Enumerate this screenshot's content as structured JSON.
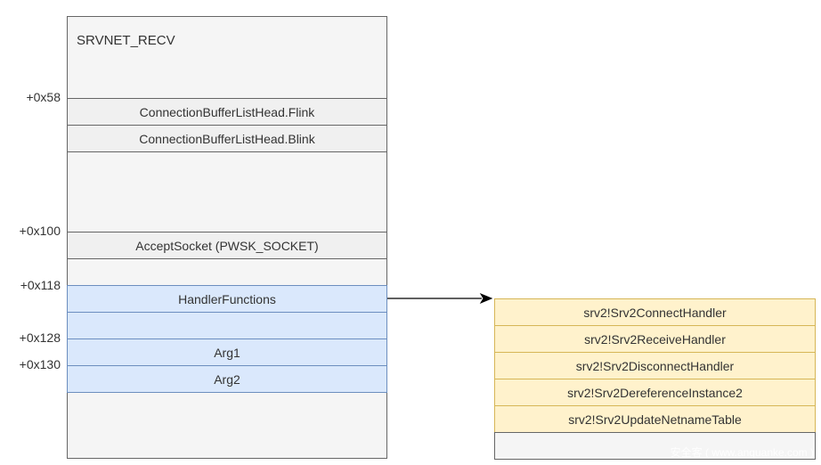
{
  "struct": {
    "title": "SRVNET_RECV",
    "fields": [
      {
        "offset": "+0x58",
        "label": "ConnectionBufferListHead.Flink"
      },
      {
        "offset": "",
        "label": "ConnectionBufferListHead.Blink"
      },
      {
        "offset": "+0x100",
        "label": "AcceptSocket (PWSK_SOCKET)"
      },
      {
        "offset": "+0x118",
        "label": "HandlerFunctions"
      },
      {
        "offset": "+0x128",
        "label": "Arg1"
      },
      {
        "offset": "+0x130",
        "label": "Arg2"
      }
    ]
  },
  "handlers": {
    "items": [
      "srv2!Srv2ConnectHandler",
      "srv2!Srv2ReceiveHandler",
      "srv2!Srv2DisconnectHandler",
      "srv2!Srv2DereferenceInstance2",
      "srv2!Srv2UpdateNetnameTable"
    ]
  },
  "watermark": "安全客 ( www.anquanke.com )",
  "colors": {
    "struct_bg": "#f5f5f5",
    "field_bg": "#f0f0f0",
    "blue_fill": "#dae8fc",
    "blue_stroke": "#6c8ebf",
    "yellow_fill": "#fff2cc",
    "yellow_stroke": "#d6b656"
  }
}
